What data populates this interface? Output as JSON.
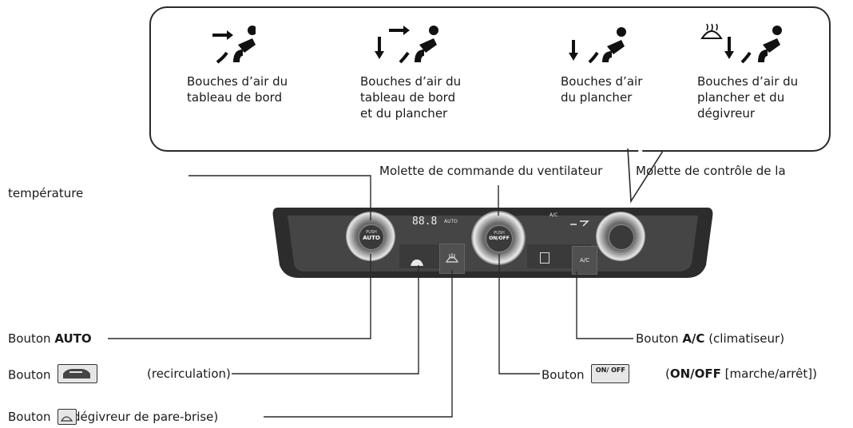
{
  "modes": [
    {
      "icon": "panel-vent-icon",
      "line1": "Bouches d’air du",
      "line2": "tableau de bord",
      "line3": ""
    },
    {
      "icon": "panel-floor-vent-icon",
      "line1": "Bouches d’air du",
      "line2": "tableau de bord",
      "line3": "et du plancher"
    },
    {
      "icon": "floor-vent-icon",
      "line1": "Bouches d’air",
      "line2": "du plancher",
      "line3": ""
    },
    {
      "icon": "floor-defrost-vent-icon",
      "line1": "Bouches d’air du",
      "line2": "plancher et du",
      "line3": "dégivreur"
    }
  ],
  "labels": {
    "fan_dial": "Molette de commande du ventilateur",
    "mode_dial": "Molette de contrôle de la",
    "temperature": "température",
    "auto_prefix": "Bouton ",
    "auto_bold": "AUTO",
    "ac_prefix": "Bouton ",
    "ac_bold": "A/C",
    "ac_suffix": " (climatiseur)",
    "recirc_prefix": "Bouton",
    "recirc_suffix": "(recirculation)",
    "onoff_prefix": "Bouton",
    "onoff_bold": "ON/OFF",
    "onoff_suffix": " [marche/arrêt])",
    "onoff_open": "(",
    "defrost_prefix": "Bouton",
    "defrost_suffix": "(dégivreur de pare-brise)"
  },
  "panel": {
    "left_knob_top": "PUSH",
    "left_knob_text": "AUTO",
    "center_knob_top": "PUSH",
    "center_knob_text": "ON/OFF",
    "display_digits": "88.8",
    "display_auto": "AUTO",
    "ac_top": "A/C",
    "ac_label": "A/C",
    "onoff_key_text": "ON/ OFF"
  },
  "colors": {
    "panel_dark": "#2c2c2c",
    "panel_body": "#4a4a4a",
    "knob_ring": "#d8d8d8",
    "line": "#2a2a2a"
  }
}
